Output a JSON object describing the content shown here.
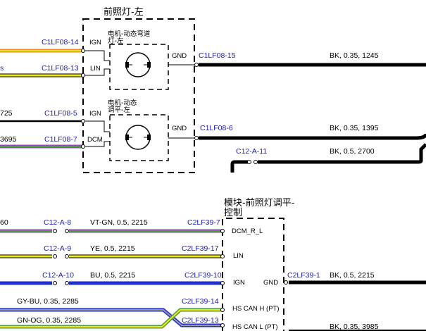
{
  "modules": {
    "headlamp": {
      "title": "前照灯-左"
    },
    "motor1": {
      "label_line1": "电机-动态弯道",
      "label_line2": "灯-左"
    },
    "motor2": {
      "label_line1": "电机-动态",
      "label_line2": "调平-左"
    },
    "leveling": {
      "title_line1": "模块-前照灯调平-",
      "title_line2": "控制"
    }
  },
  "pins": {
    "ign1": "IGN",
    "lin1": "LIN",
    "gnd1": "GND",
    "ign2": "IGN",
    "dcm2": "DCM",
    "gnd2": "GND",
    "dcm_r_l": "DCM_R_L",
    "lin3": "LIN",
    "ign3": "IGN",
    "gnd3": "GND",
    "hscanh": "HS CAN H (PT)",
    "hscanl": "HS CAN L (PT)"
  },
  "connectors": {
    "c1lf08_14": "C1LF08-14",
    "c1lf08_13": "C1LF08-13",
    "c1lf08_15": "C1LF08-15",
    "c1lf08_5": "C1LF08-5",
    "c1lf08_7": "C1LF08-7",
    "c1lf08_6": "C1LF08-6",
    "c12a_11": "C12-A-11",
    "c12a_8": "C12-A-8",
    "c12a_9": "C12-A-9",
    "c12a_10": "C12-A-10",
    "c2lf39_7": "C2LF39-7",
    "c2lf39_17": "C2LF39-17",
    "c2lf39_10": "C2LF39-10",
    "c2lf39_1": "C2LF39-1",
    "c2lf39_14": "C2LF39-14",
    "c2lf39_13": "C2LF39-13"
  },
  "wire_labels": {
    "gnd1": "BK, 0.35, 1245",
    "gnd2": "BK, 0.35, 1395",
    "c12a11": "BK, 0.5, 2700",
    "vtgn": "VT-GN, 0.5, 2215",
    "ye": "YE, 0.5, 2215",
    "bu": "BU, 0.5, 2215",
    "gnd3": "BK, 0.5, 2215",
    "gybu": "GY-BU, 0.35, 2285",
    "gnog": "GN-OG, 0.35, 2285",
    "bk3985": "BK, 0.35, 3985"
  },
  "edge_fragments": {
    "wire1725": "725",
    "wire3695": "3695",
    "wire60": "60",
    "frag_s": "s"
  },
  "colors": {
    "black": "#000000",
    "yellow": "#f2ea18",
    "orange": "#f08a1a",
    "green": "#4f9a3a",
    "purple": "#8a4fb0",
    "blue": "#1f2fd0",
    "gray": "#9a9a9a",
    "blue_text": "#1a1ab0"
  }
}
